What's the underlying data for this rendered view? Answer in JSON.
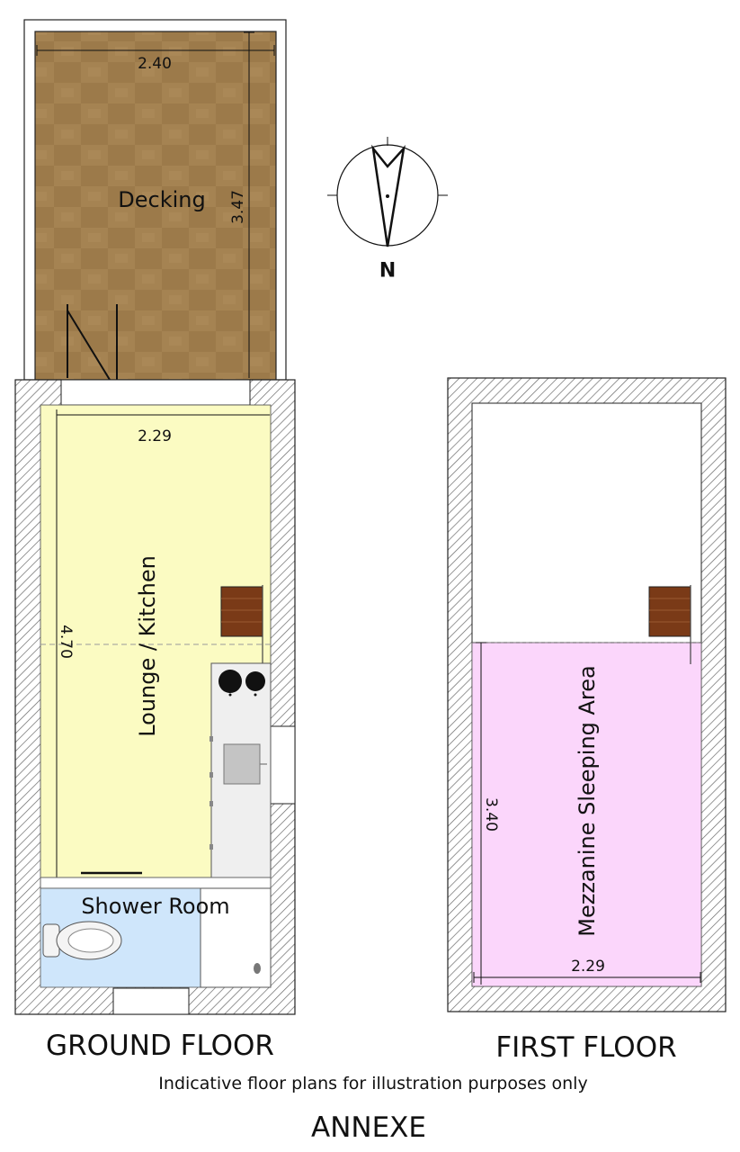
{
  "rooms": {
    "decking": "Decking",
    "lounge_kitchen": "Lounge / Kitchen",
    "shower_room": "Shower Room",
    "mezzanine": "Mezzanine Sleeping Area"
  },
  "dimensions": {
    "decking_width": "2.40",
    "decking_length": "3.47",
    "lounge_width": "2.29",
    "lounge_length": "4.70",
    "mezzanine_length": "3.40",
    "mezzanine_width": "2.29"
  },
  "labels": {
    "ground_floor": "GROUND FLOOR",
    "first_floor": "FIRST FLOOR",
    "disclaimer": "Indicative floor plans for illustration purposes only",
    "title": "ANNEXE"
  },
  "compass": {
    "letter": "N"
  },
  "colors": {
    "decking": "#9c7a4a",
    "lounge": "#fbfbc2",
    "shower": "#cfe6fb",
    "mezzanine": "#fbd6fb",
    "stair": "#7a3a17"
  },
  "icons": [
    "compass-icon",
    "toilet-icon",
    "hob-icon",
    "sink-icon",
    "stair-icon",
    "door-swing-icon"
  ]
}
